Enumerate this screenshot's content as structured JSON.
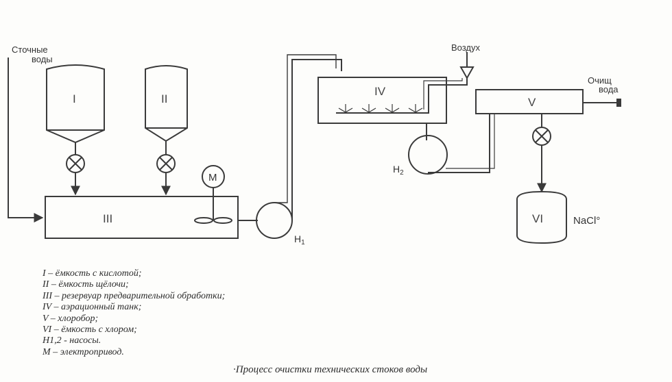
{
  "diagram": {
    "inputs": {
      "wastewater_line1": "Сточные",
      "wastewater_line2": "воды",
      "air": "Воздух",
      "clean_line1": "Очищ",
      "clean_line2": "вода"
    },
    "units": {
      "tank_I": "I",
      "tank_II": "II",
      "reservoir_III": "III",
      "aeration_IV": "IV",
      "chlorinator_V": "V",
      "chlorine_tank_VI": "VI",
      "motor": "M",
      "pump_1_main": "H",
      "pump_1_sub": "1",
      "pump_2_main": "H",
      "pump_2_sub": "2",
      "reagent": "NaCl°"
    }
  },
  "legend": [
    "I – ёмкость с кислотой;",
    "II – ёмкость щёлочи;",
    "III – резервуар предварительной обработки;",
    "IV – аэрационный танк;",
    "V – хлоробор;",
    "VI – ёмкость с хлором;",
    "H1,2  - насосы.",
    "M – электропривод."
  ],
  "caption": "·Процесс очистки технических стоков воды"
}
